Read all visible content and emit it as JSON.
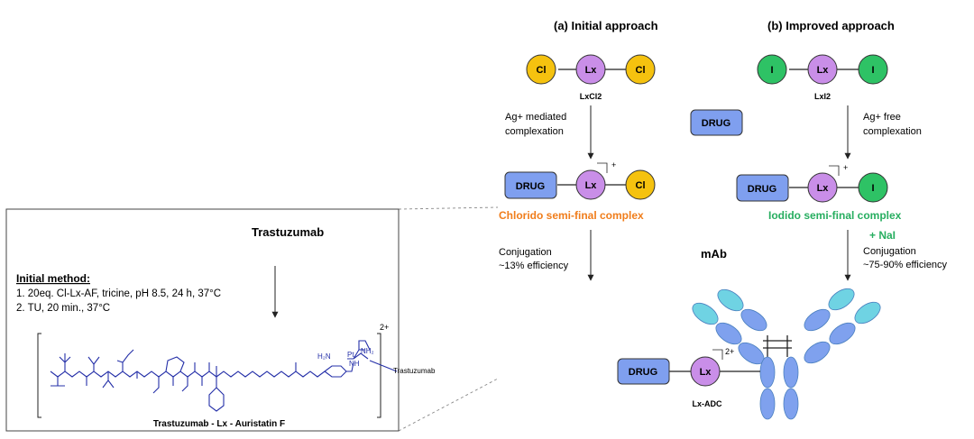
{
  "title_a": "(a) Initial approach",
  "title_b": "(b) Improved approach",
  "node_cl": "Cl",
  "node_lx": "Lx",
  "node_i": "I",
  "lxcl2_label": "LxCl2",
  "lxi2_label": "LxI2",
  "drug": "DRUG",
  "step_a1_line1": "Ag+ mediated",
  "step_a1_line2": "complexation",
  "step_b1_line1": "Ag+ free",
  "step_b1_line2": "complexation",
  "charge_plus": "+",
  "charge_2plus": "2+",
  "chlorido_label": "Chlorido semi-final complex",
  "iodido_label": "Iodido semi-final complex",
  "nai_label": "+ NaI",
  "conj_a_line1": "Conjugation",
  "conj_a_line2": "~13% efficiency",
  "conj_b_line1": "Conjugation",
  "conj_b_line2": "~75-90% efficiency",
  "mab_label": "mAb",
  "adc_label": "Lx-ADC",
  "inset": {
    "title": "Trastuzumab",
    "method_heading": "Initial method:",
    "step1": "1. 20eq. Cl-Lx-AF, tricine, pH 8.5, 24 h, 37°C",
    "step2": "2. TU, 20 min., 37°C",
    "product_caption": "Trastuzumab - Lx - Auristatin F",
    "trastuzumab_tag": "Trastuzumab",
    "charge": "2+"
  },
  "colors": {
    "cl": "#f5c20f",
    "lx": "#c98ee8",
    "i": "#2ec265",
    "drug": "#7f9fef",
    "chlorido": "#f07d1b",
    "iodido": "#27ae60",
    "antibody_dark": "#7fa1ee",
    "antibody_light": "#6fd3e3",
    "structure": "#2530a8"
  }
}
